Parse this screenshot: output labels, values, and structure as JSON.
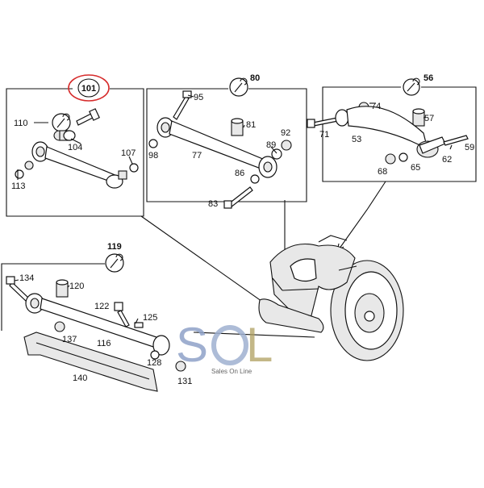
{
  "highlight_color": "#d62b2b",
  "watermark": {
    "brand": "SoL",
    "tagline": "Sales On Line",
    "colors": {
      "s": "#8fa2c8",
      "o": "#9fb0d0",
      "l": "#b0a060"
    }
  },
  "groups": {
    "top_left": {
      "badge": "101",
      "labels": {
        "p110": "110",
        "p104": "104",
        "p113": "113",
        "p107": "107"
      }
    },
    "top_middle": {
      "badge": "80",
      "labels": {
        "p95": "95",
        "p81": "81",
        "p98": "98",
        "p77": "77",
        "p92": "92",
        "p89": "89",
        "p86": "86",
        "p83": "83"
      }
    },
    "top_right": {
      "badge": "56",
      "labels": {
        "p74": "74",
        "p71": "71",
        "p57": "57",
        "p53": "53",
        "p59": "59",
        "p62": "62",
        "p68": "68",
        "p65": "65"
      }
    },
    "bottom_left": {
      "badge": "119",
      "labels": {
        "p134": "134",
        "p120": "120",
        "p122": "122",
        "p125": "125",
        "p137": "137",
        "p116": "116",
        "p140": "140",
        "p128": "128",
        "p131": "131"
      }
    }
  }
}
